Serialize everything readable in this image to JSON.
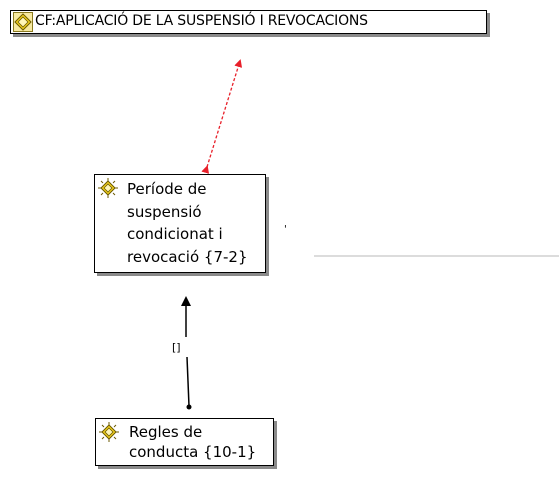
{
  "nodes": {
    "title": {
      "label": "CF:APLICACIÓ DE LA SUSPENSIÓ I REVOCACIONS",
      "icon": "concept-icon"
    },
    "periode": {
      "label": "Període de\nsuspensió\ncondicionat i\nrevocació {7-2}",
      "icon": "concept-icon"
    },
    "regles": {
      "label": "Regles de\nconducta {10-1}",
      "icon": "concept-icon"
    }
  },
  "links": {
    "middle_label": "[]",
    "stray_mark": "'"
  },
  "colors": {
    "red_link": "#e8202a",
    "icon_fill": "#f4d21f",
    "icon_stroke": "#6b5a00",
    "shadow": "#8a8a8a"
  }
}
